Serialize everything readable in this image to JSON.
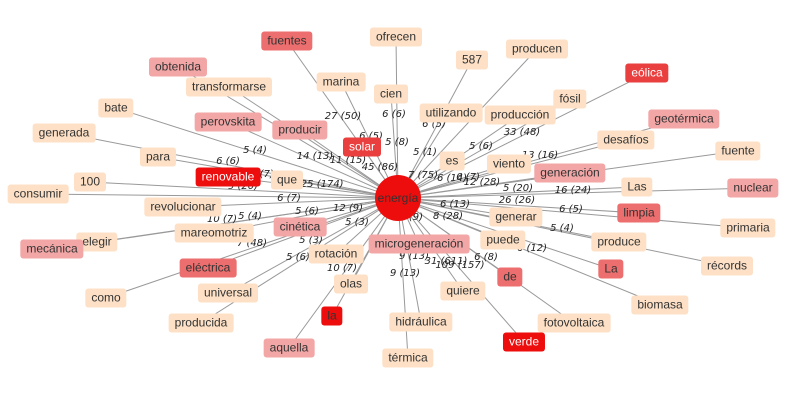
{
  "colors": {
    "light": "#fde0c5",
    "pink": "#f3a6a6",
    "salmon": "#ec6e6e",
    "red": "#ea3f3f",
    "bright": "#ee0d0d",
    "edge": "#999999"
  },
  "center": {
    "id": "energia",
    "label": "energía",
    "color": "bright"
  },
  "nodes": [
    {
      "id": "fuentes",
      "label": "fuentes",
      "color": "salmon"
    },
    {
      "id": "ofrecen",
      "label": "ofrecen",
      "color": "light"
    },
    {
      "id": "587",
      "label": "587",
      "color": "light"
    },
    {
      "id": "producen",
      "label": "producen",
      "color": "light"
    },
    {
      "id": "eolica",
      "label": "eólica",
      "color": "red"
    },
    {
      "id": "obtenida",
      "label": "obtenida",
      "color": "pink"
    },
    {
      "id": "marina",
      "label": "marina",
      "color": "light"
    },
    {
      "id": "transformarse",
      "label": "transformarse",
      "color": "light"
    },
    {
      "id": "cien",
      "label": "cien",
      "color": "light"
    },
    {
      "id": "fosil",
      "label": "fósil",
      "color": "light"
    },
    {
      "id": "bate",
      "label": "bate",
      "color": "light"
    },
    {
      "id": "utilizando",
      "label": "utilizando",
      "color": "light"
    },
    {
      "id": "produccion",
      "label": "producción",
      "color": "light"
    },
    {
      "id": "geotermica",
      "label": "geotérmica",
      "color": "pink"
    },
    {
      "id": "perovskita",
      "label": "perovskita",
      "color": "pink"
    },
    {
      "id": "producir",
      "label": "producir",
      "color": "pink"
    },
    {
      "id": "generada",
      "label": "generada",
      "color": "light"
    },
    {
      "id": "solar",
      "label": "solar",
      "color": "red"
    },
    {
      "id": "desafios",
      "label": "desafíos",
      "color": "light"
    },
    {
      "id": "fuente",
      "label": "fuente",
      "color": "light"
    },
    {
      "id": "para",
      "label": "para",
      "color": "light"
    },
    {
      "id": "es",
      "label": "es",
      "color": "light"
    },
    {
      "id": "viento",
      "label": "viento",
      "color": "light"
    },
    {
      "id": "generacion",
      "label": "generación",
      "color": "pink"
    },
    {
      "id": "renovable",
      "label": "renovable",
      "color": "bright"
    },
    {
      "id": "que",
      "label": "que",
      "color": "light"
    },
    {
      "id": "100",
      "label": "100",
      "color": "light"
    },
    {
      "id": "las",
      "label": "Las",
      "color": "light"
    },
    {
      "id": "nuclear",
      "label": "nuclear",
      "color": "pink"
    },
    {
      "id": "consumir",
      "label": "consumir",
      "color": "light"
    },
    {
      "id": "revolucionar",
      "label": "revolucionar",
      "color": "light"
    },
    {
      "id": "limpia",
      "label": "limpia",
      "color": "salmon"
    },
    {
      "id": "generar",
      "label": "generar",
      "color": "light"
    },
    {
      "id": "primaria",
      "label": "primaria",
      "color": "light"
    },
    {
      "id": "cinetica",
      "label": "cinética",
      "color": "pink"
    },
    {
      "id": "mareomotriz",
      "label": "mareomotriz",
      "color": "light"
    },
    {
      "id": "elegir",
      "label": "elegir",
      "color": "light"
    },
    {
      "id": "mecanica",
      "label": "mecánica",
      "color": "pink"
    },
    {
      "id": "microgeneracion",
      "label": "microgeneración",
      "color": "pink"
    },
    {
      "id": "puede",
      "label": "puede",
      "color": "light"
    },
    {
      "id": "produce",
      "label": "produce",
      "color": "light"
    },
    {
      "id": "rotacion",
      "label": "rotación",
      "color": "light"
    },
    {
      "id": "electrica",
      "label": "eléctrica",
      "color": "salmon"
    },
    {
      "id": "records",
      "label": "récords",
      "color": "light"
    },
    {
      "id": "la_r",
      "label": "La",
      "color": "salmon"
    },
    {
      "id": "de",
      "label": "de",
      "color": "salmon"
    },
    {
      "id": "olas",
      "label": "olas",
      "color": "light"
    },
    {
      "id": "universal",
      "label": "universal",
      "color": "light"
    },
    {
      "id": "como",
      "label": "como",
      "color": "light"
    },
    {
      "id": "quiere",
      "label": "quiere",
      "color": "light"
    },
    {
      "id": "biomasa",
      "label": "biomasa",
      "color": "light"
    },
    {
      "id": "la_l",
      "label": "la",
      "color": "bright"
    },
    {
      "id": "fotovoltaica",
      "label": "fotovoltaica",
      "color": "light"
    },
    {
      "id": "producida",
      "label": "producida",
      "color": "light"
    },
    {
      "id": "hidraulica",
      "label": "hidráulica",
      "color": "light"
    },
    {
      "id": "aquella",
      "label": "aquella",
      "color": "pink"
    },
    {
      "id": "verde",
      "label": "verde",
      "color": "bright"
    },
    {
      "id": "termica",
      "label": "térmica",
      "color": "light"
    }
  ],
  "edge_labels": [
    "27 (50)",
    "6 (5)",
    "6 (6)",
    "6 (5)",
    "5 (6)",
    "33 (48)",
    "11 (15)",
    "14 (13)",
    "5 (8)",
    "5 (4)",
    "13 (16)",
    "45 (86)",
    "6 (6)",
    "5 (1)",
    "6 (7)",
    "6 (14)",
    "7 (75)",
    "12 (28)",
    "6 (7)",
    "125 (174)",
    "5 (20)",
    "16 (24)",
    "9 (20)",
    "6 (7)",
    "26 (26)",
    "12 (9)",
    "6 (13)",
    "6 (5)",
    "10 (7)",
    "5 (4)",
    "5 (6)",
    "8 (28)",
    "11 (9)",
    "5 (4)",
    "7 (48)",
    "5 (3)",
    "5 (3)",
    "6 (12)",
    "5 (6)",
    "10 (7)",
    "31 (611)",
    "9 (13)",
    "109 (157)",
    "6 (8)",
    "9 (13)"
  ]
}
